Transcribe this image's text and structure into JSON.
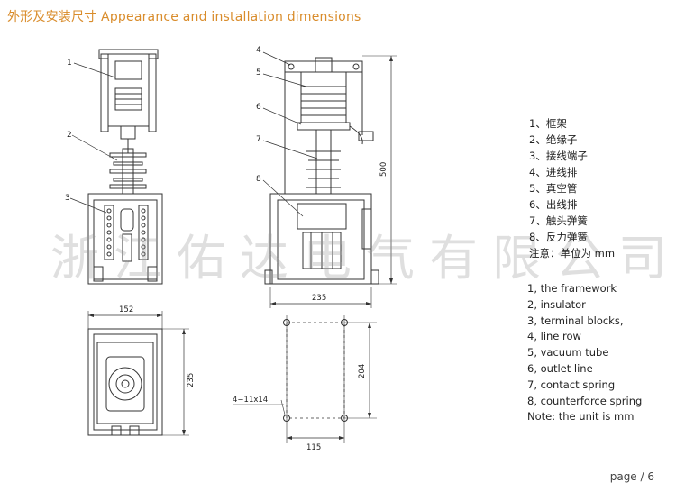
{
  "header": {
    "title": "外形及安装尺寸 Appearance and installation dimensions"
  },
  "watermark": "浙江佑达电气有限公司",
  "callouts": {
    "c1": "1",
    "c2": "2",
    "c3": "3",
    "c4": "4",
    "c5": "5",
    "c6": "6",
    "c7": "7",
    "c8": "8"
  },
  "dimensions": {
    "height": "500",
    "front_width": "235",
    "top_width": "152",
    "top_depth": "235",
    "hole_spacing_vertical": "204",
    "hole_spacing_horizontal": "115",
    "mounting_holes": "4−11x14"
  },
  "legend_cn": [
    "1、框架",
    "2、绝缘子",
    "3、接线端子",
    "4、进线排",
    "5、真空管",
    "6、出线排",
    "7、触头弹簧",
    "8、反力弹簧",
    "注意：单位为 mm"
  ],
  "legend_en": [
    "1, the framework",
    "2, insulator",
    "3, terminal blocks,",
    "4, line row",
    "5, vacuum tube",
    "6, outlet line",
    "7, contact spring",
    "8, counterforce spring",
    "Note: the unit is mm"
  ],
  "footer": {
    "page": "page / 6"
  },
  "colors": {
    "title": "#d98c2b",
    "line": "#333333",
    "watermark": "#969696"
  }
}
